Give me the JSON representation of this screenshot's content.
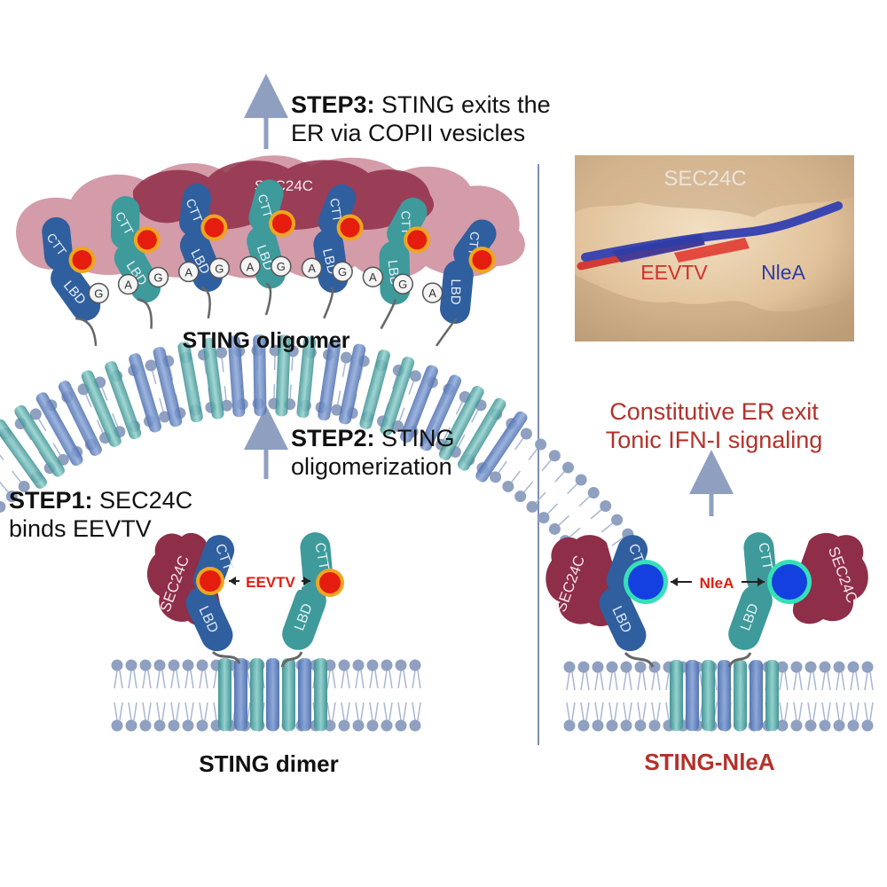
{
  "step3": {
    "label": "STEP3:",
    "line1": "STING exits the",
    "line2": "ER via COPII vesicles"
  },
  "step2": {
    "label": "STEP2:",
    "line1": "STING",
    "line2": "oligomerization"
  },
  "step1": {
    "label": "STEP1:",
    "line1": "SEC24C",
    "line2": "binds EEVTV"
  },
  "oligomer": {
    "title": "STING oligomer",
    "sec24c": "SEC24C",
    "cgamp": [
      "G",
      "A"
    ]
  },
  "dimer": {
    "title": "STING dimer",
    "motif": "EEVTV"
  },
  "mutant": {
    "title": "STING-NleA",
    "motif": "NleA"
  },
  "domains": {
    "ctt": "CTT",
    "lbd": "LBD",
    "sec24c": "SEC24C"
  },
  "structure": {
    "protein": "SEC24C",
    "peptide_red": "EEVTV",
    "peptide_blue": "NleA"
  },
  "outcome": {
    "line1": "Constitutive ER exit",
    "line2": "Tonic IFN-I signaling"
  },
  "colors": {
    "sec24c": "#8e2e48",
    "ctt": "#2f5f9e",
    "lbd_teal": "#3e9a9b",
    "tm_blue": "#6f8fc6",
    "tm_teal": "#6fb6b4",
    "lipid": "#8fa0c0",
    "text_red": "#b3322b",
    "surface": "#e4cba5"
  }
}
